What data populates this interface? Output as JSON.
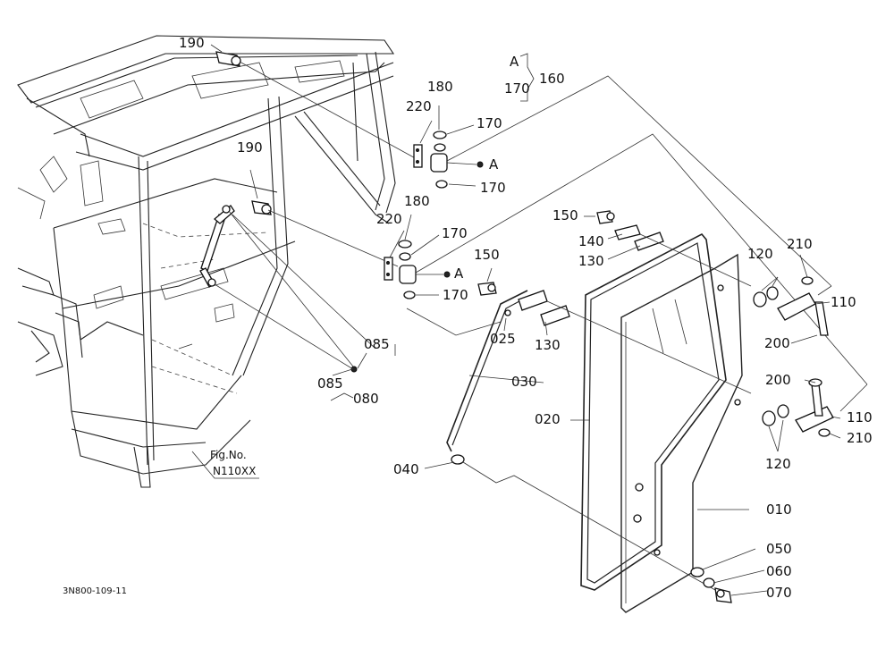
{
  "callouts": {
    "c190a": "190",
    "c190b": "190",
    "c220a": "220",
    "c220b": "220",
    "c180a": "180",
    "c180b": "180",
    "c170a": "170",
    "c170b": "170",
    "c170c": "170",
    "c170d": "170",
    "c170e": "170",
    "c160": "160",
    "cA1": "A",
    "cA2": "A",
    "cA3": "A",
    "c150a": "150",
    "c150b": "150",
    "c140": "140",
    "c130a": "130",
    "c130b": "130",
    "c120a": "120",
    "c120b": "120",
    "c210a": "210",
    "c210b": "210",
    "c110a": "110",
    "c110b": "110",
    "c200a": "200",
    "c200b": "200",
    "c025": "025",
    "c085a": "085",
    "c085b": "085",
    "c080": "080",
    "c030": "030",
    "c020": "020",
    "c010": "010",
    "c040": "040",
    "c050": "050",
    "c060": "060",
    "c070": "070"
  },
  "fig_label": "Fig.No.",
  "fig_number": "N110XX",
  "drawing_id": "3N800-109-11"
}
